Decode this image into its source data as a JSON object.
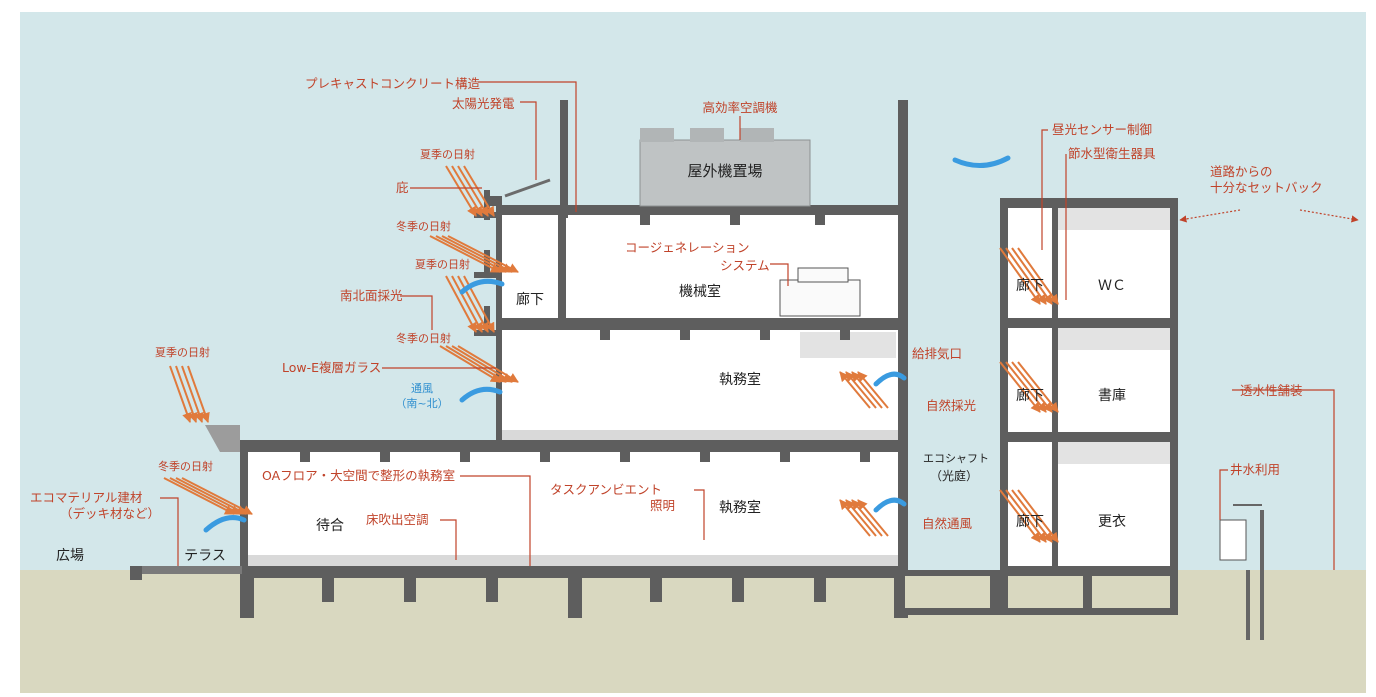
{
  "colors": {
    "sky": "#d3e7ea",
    "ground": "#d9d8c0",
    "wall": "#5e5e5e",
    "annotation": "#c0432a",
    "blue_label": "#2f8fcf",
    "arrow_blue": "#3a9be0",
    "room_fill": "#ffffff",
    "text": "#222222"
  },
  "rooms": {
    "outdoor_unit_area": "屋外機置場",
    "corridor_2f": "廊下",
    "machine_room": "機械室",
    "office_upper": "執務室",
    "office_lower": "執務室",
    "waiting": "待合",
    "terrace": "テラス",
    "plaza": "広場",
    "corridor_r3": "廊下",
    "corridor_r2": "廊下",
    "corridor_r1": "廊下",
    "wc": "ＷＣ",
    "library": "書庫",
    "locker": "更衣"
  },
  "labels": {
    "precast": "プレキャストコンクリート構造",
    "solar": "太陽光発電",
    "hvac": "高効率空調機",
    "summer_sun_1": "夏季の日射",
    "eave": "庇",
    "winter_sun_1": "冬季の日射",
    "summer_sun_2": "夏季の日射",
    "north_south_light": "南北面採光",
    "winter_sun_2": "冬季の日射",
    "low_e": "Low-E複層ガラス",
    "ventilation": "通風",
    "ventilation_dir": "（南~北）",
    "summer_sun_3": "夏季の日射",
    "winter_sun_3": "冬季の日射",
    "eco_material_1": "エコマテリアル建材",
    "eco_material_2": "（デッキ材など）",
    "oa_floor": "OAフロア・大空間で整形の執務室",
    "floor_ac": "床吹出空調",
    "task_ambient_1": "タスクアンビエント",
    "task_ambient_2": "照明",
    "cogen_1": "コージェネレーション",
    "cogen_2": "システム",
    "daylight_sensor": "昼光センサー制御",
    "water_saving": "節水型衛生器具",
    "setback_1": "道路からの",
    "setback_2": "十分なセットバック",
    "air_vent": "給排気口",
    "natural_light": "自然採光",
    "eco_shaft_1": "エコシャフト",
    "eco_shaft_2": "（光庭）",
    "natural_wind": "自然通風",
    "permeable": "透水性舗装",
    "well_water": "井水利用"
  }
}
